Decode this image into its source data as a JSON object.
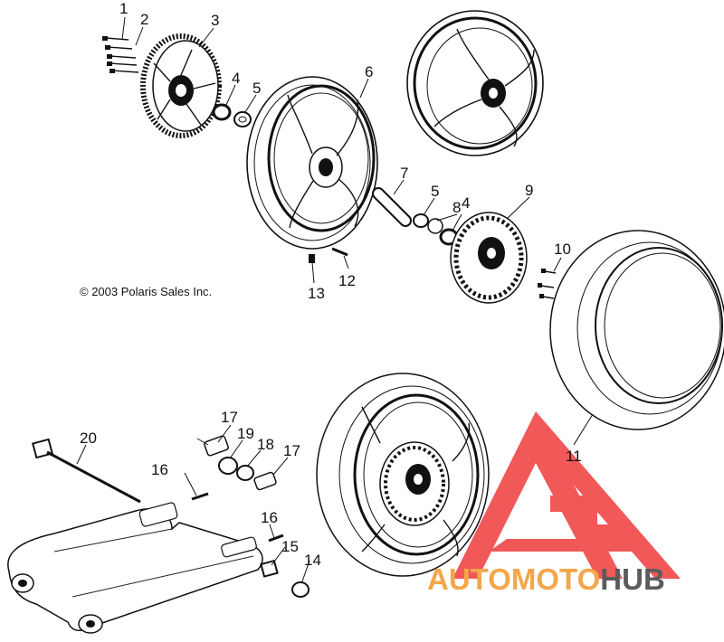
{
  "copyright": "© 2003 Polaris Sales Inc.",
  "callouts": [
    "1",
    "2",
    "3",
    "4",
    "5",
    "6",
    "7",
    "5",
    "8",
    "4",
    "9",
    "10",
    "11",
    "12",
    "13",
    "14",
    "15",
    "16",
    "16",
    "17",
    "17",
    "18",
    "19",
    "20"
  ],
  "watermark": {
    "part1": "AUTOMOTO",
    "part2": "HUB",
    "color_main": "#ef3b3b",
    "color_orange": "#f4a64a",
    "color_gray": "#5b5b5b"
  }
}
